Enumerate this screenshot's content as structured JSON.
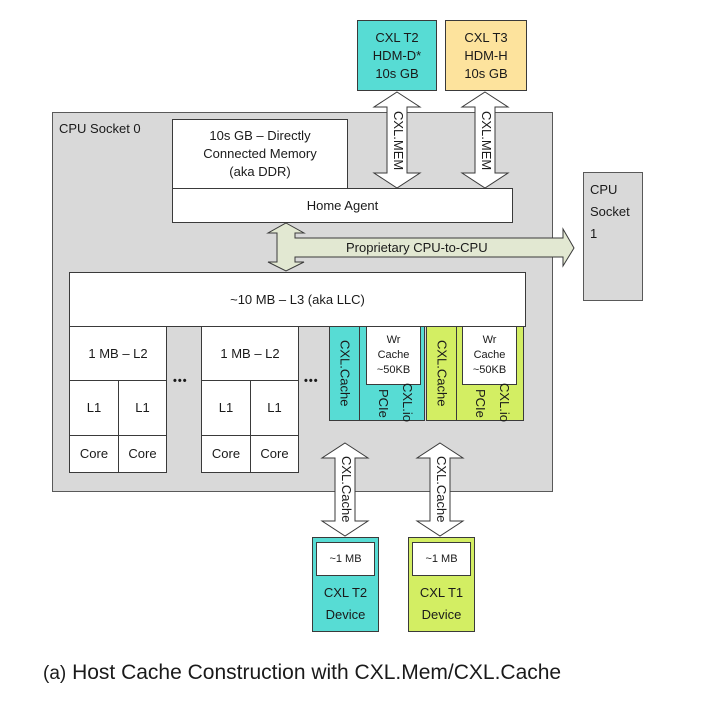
{
  "caption": {
    "label": "(a)",
    "text": "Host Cache Construction with CXL.Mem/CXL.Cache"
  },
  "colors": {
    "socket_fill": "#d9d9d9",
    "type2_fill": "#57dcd4",
    "type1_fill": "#d3ee63",
    "type3_fill": "#fde39d",
    "interconnect_fill": "#e2e8d2",
    "white": "#ffffff"
  },
  "memory_devices": [
    {
      "lines": [
        "CXL T2",
        "HDM-D*",
        "10s GB"
      ],
      "protocol": "CXL.MEM"
    },
    {
      "lines": [
        "CXL T3",
        "HDM-H",
        "10s GB"
      ],
      "protocol": "CXL.MEM"
    }
  ],
  "socket0": {
    "title": "CPU Socket 0",
    "ddr": [
      "10s GB – Directly",
      "Connected Memory",
      "(aka DDR)"
    ],
    "home_agent": "Home Agent",
    "l3": "~10 MB – L3 (aka LLC)",
    "core_groups": [
      {
        "l2": "1 MB – L2",
        "l1": [
          "L1",
          "L1"
        ],
        "cores": [
          "Core",
          "Core"
        ]
      },
      {
        "l2": "1 MB – L2",
        "l1": [
          "L1",
          "L1"
        ],
        "cores": [
          "Core",
          "Core"
        ]
      }
    ],
    "ellipsis": "•••",
    "cxl_ports": [
      {
        "cache_label": "CXL.Cache",
        "wr_cache": [
          "Wr",
          "Cache",
          "~50KB"
        ],
        "io_label": [
          "CXL.io",
          "PCIe"
        ]
      },
      {
        "cache_label": "CXL.Cache",
        "wr_cache": [
          "Wr",
          "Cache",
          "~50KB"
        ],
        "io_label": [
          "CXL.io",
          "PCIe"
        ]
      }
    ]
  },
  "interconnect": {
    "label": "Proprietary CPU-to-CPU"
  },
  "socket1": {
    "lines": [
      "CPU",
      "Socket",
      "1"
    ]
  },
  "cache_devices": [
    {
      "cache": "~1 MB",
      "lines": [
        "CXL T2",
        "Device"
      ],
      "protocol": "CXL.Cache"
    },
    {
      "cache": "~1 MB",
      "lines": [
        "CXL T1",
        "Device"
      ],
      "protocol": "CXL.Cache"
    }
  ]
}
